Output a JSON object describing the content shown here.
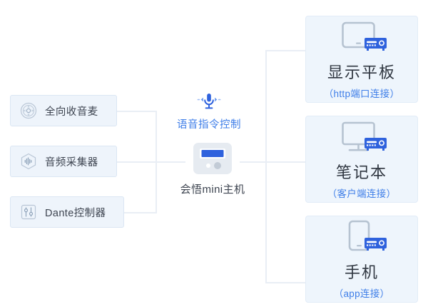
{
  "diagram": {
    "sources": [
      {
        "label": "全向收音麦",
        "icon": "omni-microphone-icon"
      },
      {
        "label": "音频采集器",
        "icon": "audio-capture-icon"
      },
      {
        "label": "Dante控制器",
        "icon": "dante-controller-icon"
      }
    ],
    "voice": {
      "label": "语音指令控制",
      "icon": "microphone-icon",
      "color": "#3d7de8"
    },
    "host": {
      "label": "会悟mini主机",
      "icon": "mini-host-device-icon",
      "screen_color": "#2f62dd"
    },
    "endpoints": [
      {
        "title": "显示平板",
        "subtitle": "（http端口连接）",
        "icon": "tablet-display-icon",
        "badge_icon": "network-device-icon"
      },
      {
        "title": "笔记本",
        "subtitle": "（客户端连接）",
        "icon": "laptop-monitor-icon",
        "badge_icon": "network-device-icon"
      },
      {
        "title": "手机",
        "subtitle": "（app连接）",
        "icon": "mobile-phone-icon",
        "badge_icon": "network-device-icon"
      }
    ],
    "colors": {
      "card_bg": "#eef5fc",
      "card_border": "#e2ecf7",
      "accent": "#3d7de8",
      "line": "#e9eef5",
      "text": "#3d4450",
      "device_blue": "#2f62dd"
    }
  }
}
